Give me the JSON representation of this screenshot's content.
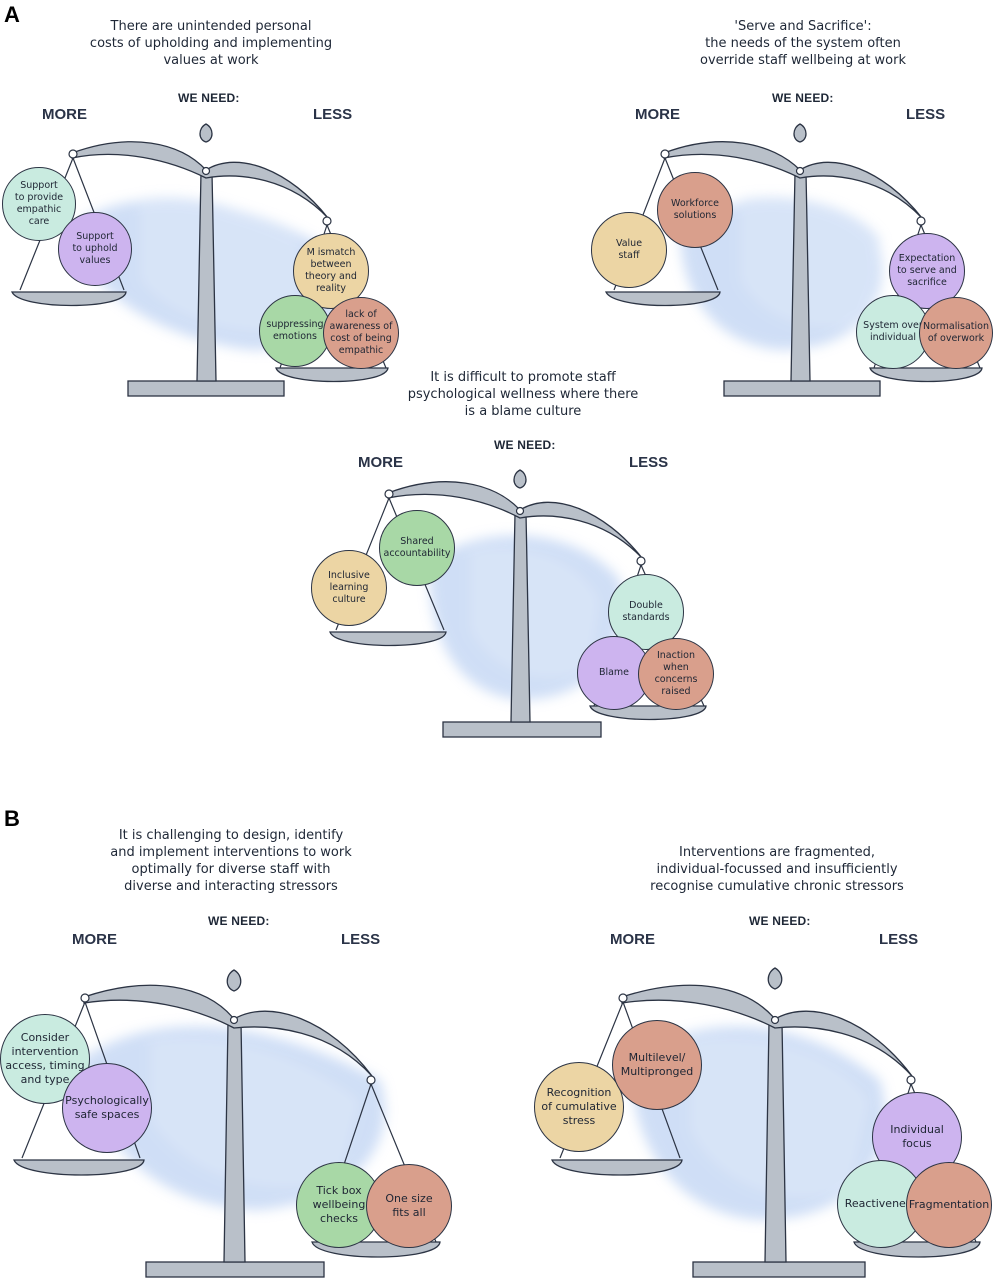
{
  "colors": {
    "green_light": "#c9ebe0",
    "purple": "#cdb4ef",
    "tan": "#ecd5a4",
    "salmon": "#d99f8c",
    "green": "#a8d8a6",
    "scale_grey": "#b9c0c9",
    "watercolor": "#a9c4ef"
  },
  "panels": {
    "a": {
      "letter": "A"
    },
    "b": {
      "letter": "B"
    }
  },
  "diagrams": [
    {
      "id": "a1",
      "caption": [
        "There are unintended personal",
        "costs of upholding and implementing",
        "values at work"
      ],
      "we_need": "WE NEED:",
      "more_label": "MORE",
      "less_label": "LESS",
      "more_items": [
        {
          "lines": [
            "Support",
            "to provide",
            "empathic",
            "care"
          ],
          "color": "#c9ebe0"
        },
        {
          "lines": [
            "Support",
            "to uphold",
            "values"
          ],
          "color": "#cdb4ef"
        }
      ],
      "less_items": [
        {
          "lines": [
            "M ismatch",
            "between",
            "theory and",
            "reality"
          ],
          "color": "#ecd5a4"
        },
        {
          "lines": [
            "suppressing",
            "emotions"
          ],
          "color": "#a8d8a6"
        },
        {
          "lines": [
            "lack of",
            "awareness of",
            "cost of being",
            "empathic"
          ],
          "color": "#d99f8c"
        }
      ]
    },
    {
      "id": "a2",
      "caption": [
        "'Serve and Sacrifice':",
        "the needs of the system often",
        "override staff wellbeing at work"
      ],
      "we_need": "WE NEED:",
      "more_label": "MORE",
      "less_label": "LESS",
      "more_items": [
        {
          "lines": [
            "Value",
            "staff"
          ],
          "color": "#ecd5a4"
        },
        {
          "lines": [
            "Workforce",
            "solutions"
          ],
          "color": "#d99f8c"
        }
      ],
      "less_items": [
        {
          "lines": [
            "Expectation",
            "to serve and",
            "sacrifice"
          ],
          "color": "#cdb4ef"
        },
        {
          "lines": [
            "System over",
            "individual"
          ],
          "color": "#c9ebe0"
        },
        {
          "lines": [
            "Normalisation",
            "of overwork"
          ],
          "color": "#d99f8c"
        }
      ]
    },
    {
      "id": "a3",
      "caption": [
        "It is difficult to promote staff",
        "psychological wellness where there",
        "is a blame culture"
      ],
      "we_need": "WE NEED:",
      "more_label": "MORE",
      "less_label": "LESS",
      "more_items": [
        {
          "lines": [
            "Inclusive",
            "learning",
            "culture"
          ],
          "color": "#ecd5a4"
        },
        {
          "lines": [
            "Shared",
            "accountability"
          ],
          "color": "#a8d8a6"
        }
      ],
      "less_items": [
        {
          "lines": [
            "Double",
            "standards"
          ],
          "color": "#c9ebe0"
        },
        {
          "lines": [
            "Blame"
          ],
          "color": "#cdb4ef"
        },
        {
          "lines": [
            "Inaction",
            "when concerns",
            "raised"
          ],
          "color": "#d99f8c"
        }
      ]
    },
    {
      "id": "b1",
      "caption": [
        "It is challenging to design, identify",
        "and implement interventions to work",
        "optimally for diverse staff with",
        "diverse and interacting stressors"
      ],
      "we_need": "WE NEED:",
      "more_label": "MORE",
      "less_label": "LESS",
      "more_items": [
        {
          "lines": [
            "Consider",
            "intervention",
            "access, timing",
            "and type"
          ],
          "color": "#c9ebe0"
        },
        {
          "lines": [
            "Psychologically",
            "safe spaces"
          ],
          "color": "#cdb4ef"
        }
      ],
      "less_items": [
        {
          "lines": [
            "Tick box",
            "wellbeing",
            "checks"
          ],
          "color": "#a8d8a6"
        },
        {
          "lines": [
            "One size",
            "fits all"
          ],
          "color": "#d99f8c"
        }
      ]
    },
    {
      "id": "b2",
      "caption": [
        "Interventions are fragmented,",
        "individual-focussed and insufficiently",
        "recognise cumulative chronic stressors"
      ],
      "we_need": "WE NEED:",
      "more_label": "MORE",
      "less_label": "LESS",
      "more_items": [
        {
          "lines": [
            "Recognition",
            "of cumulative",
            "stress"
          ],
          "color": "#ecd5a4"
        },
        {
          "lines": [
            "Multilevel/",
            "Multipronged"
          ],
          "color": "#d99f8c"
        }
      ],
      "less_items": [
        {
          "lines": [
            "Individual",
            "focus"
          ],
          "color": "#cdb4ef"
        },
        {
          "lines": [
            "Reactiveness"
          ],
          "color": "#c9ebe0"
        },
        {
          "lines": [
            "Fragmentation"
          ],
          "color": "#d99f8c"
        }
      ]
    }
  ]
}
